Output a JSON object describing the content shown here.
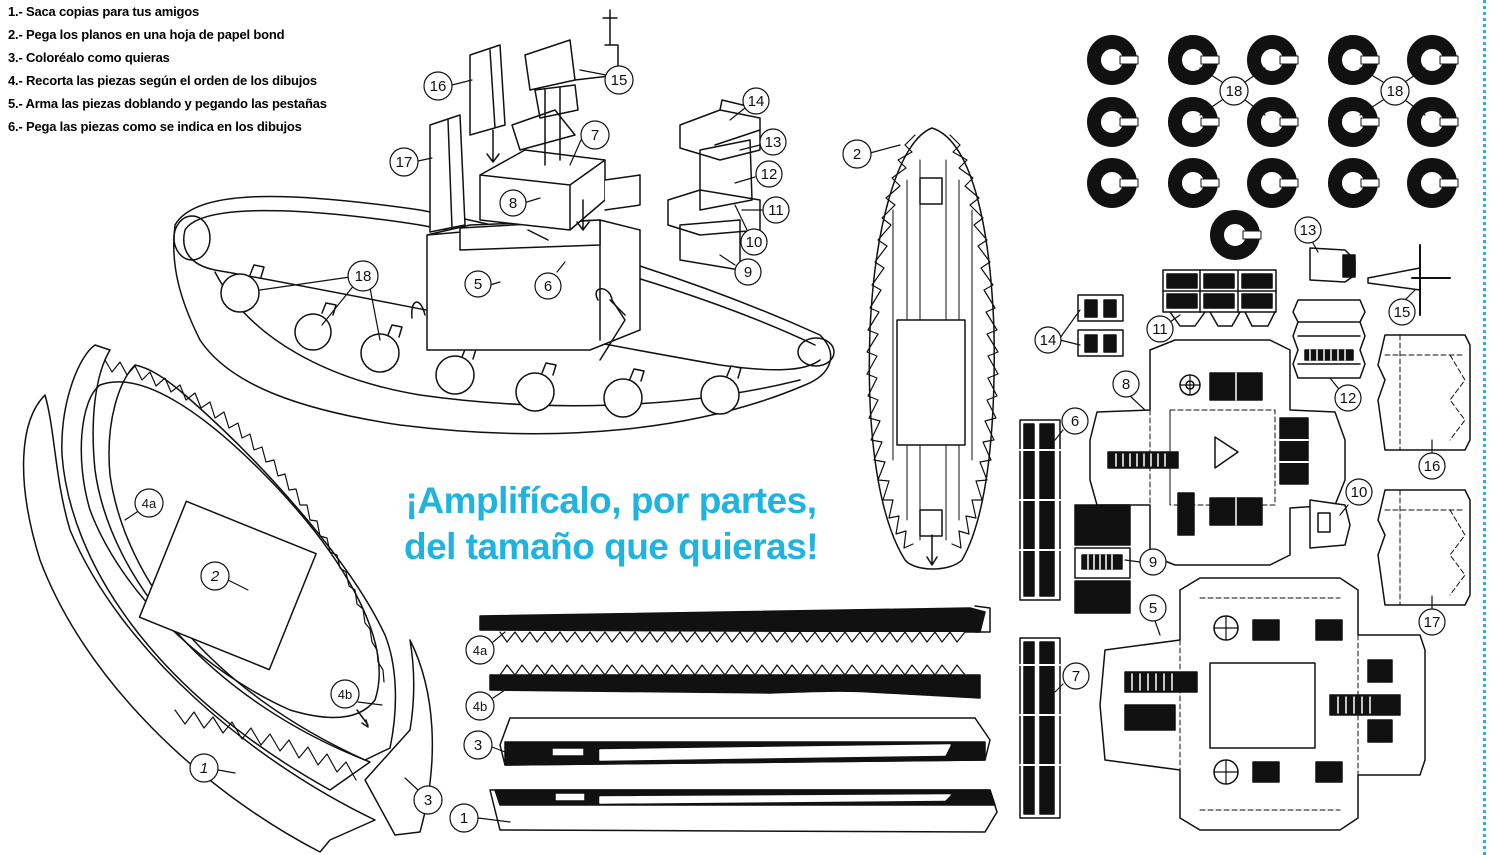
{
  "instructions": [
    "1.- Saca copias para tus amigos",
    "2.- Pega los planos en una hoja de papel bond",
    "3.- Coloréalo como quieras",
    "4.- Recorta las piezas según el orden de los dibujos",
    "5.- Arma las piezas doblando y pegando las pestañas",
    "6.- Pega las piezas como se indica en los dibujos"
  ],
  "slogan": {
    "line1": "¡Amplifícalo, por partes,",
    "line2": "del tamaño que quieras!"
  },
  "colors": {
    "slogan": "#1fb3e0",
    "cut_line": "#22b5e3",
    "ink": "#111111"
  },
  "assembly_labels": [
    "16",
    "15",
    "14",
    "7",
    "13",
    "12",
    "17",
    "8",
    "11",
    "10",
    "5",
    "6",
    "9",
    "18"
  ],
  "parts_labels": {
    "hull_base": [
      "4a",
      "2",
      "4b",
      "1",
      "3"
    ],
    "deck": [
      "2"
    ],
    "strips": [
      "4a",
      "4b",
      "3",
      "1"
    ],
    "cabin_sheets": [
      "14",
      "11",
      "13",
      "15",
      "12",
      "8",
      "6",
      "16",
      "10",
      "9",
      "5",
      "7",
      "17"
    ],
    "tyres": [
      "18",
      "18"
    ]
  }
}
